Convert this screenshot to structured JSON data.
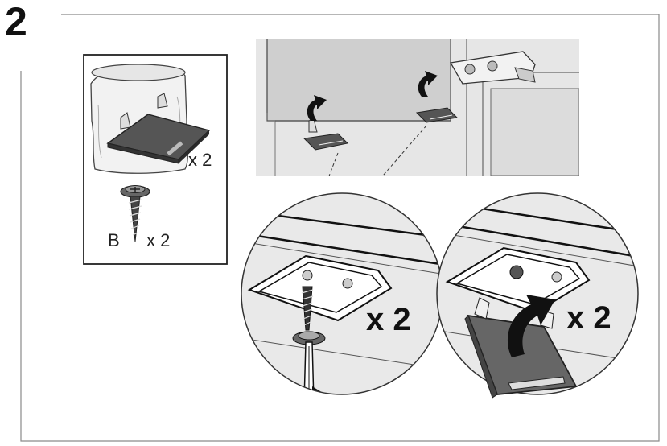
{
  "step": {
    "number": "2"
  },
  "parts_box": {
    "hinge_cover_qty": "x 2",
    "screw_label": "B",
    "screw_qty": "x 2"
  },
  "detail_left": {
    "qty": "x 2"
  },
  "detail_right": {
    "qty": "x 2"
  },
  "colors": {
    "outline": "#2a2a2a",
    "panel_gray": "#d4d4d4",
    "dark_gray": "#4a4a4a",
    "accent": "#111111"
  }
}
